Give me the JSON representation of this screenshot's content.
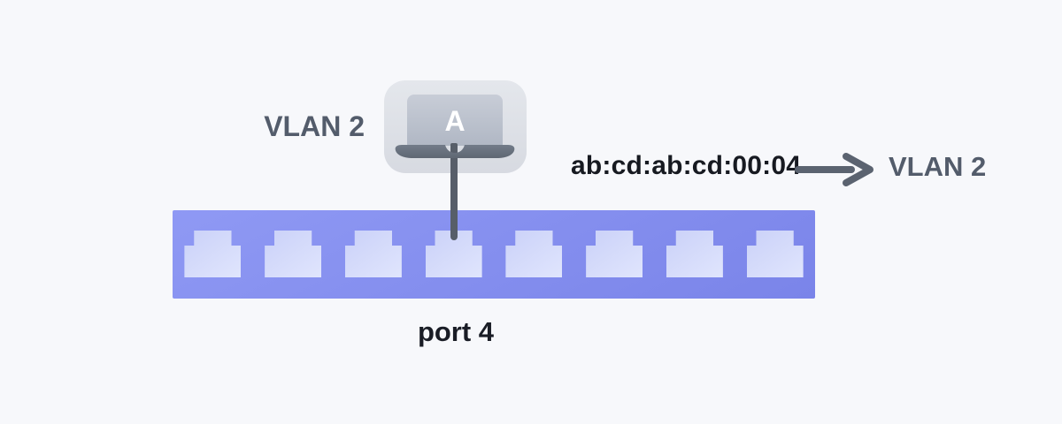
{
  "diagram": {
    "device": {
      "letter": "A",
      "vlan_label": "VLAN 2"
    },
    "mac_mapping": {
      "mac_address": "ab:cd:ab:cd:00:04",
      "arrow_icon": "right-arrow",
      "vlan_label": "VLAN 2"
    },
    "switch": {
      "port_count": 8,
      "connected_port": 4,
      "port_label": "port 4"
    },
    "colors": {
      "background": "#f7f8fb",
      "switch_body": "#8690f0",
      "switch_port": "#d3d9fb",
      "laptop_shell": "#dfe2e8",
      "laptop_screen": "#bcc2cf",
      "laptop_base": "#6b7380",
      "cable": "#575e69",
      "label_slate": "#535c6b",
      "label_dark": "#171a21",
      "arrow": "#5b6370"
    }
  }
}
